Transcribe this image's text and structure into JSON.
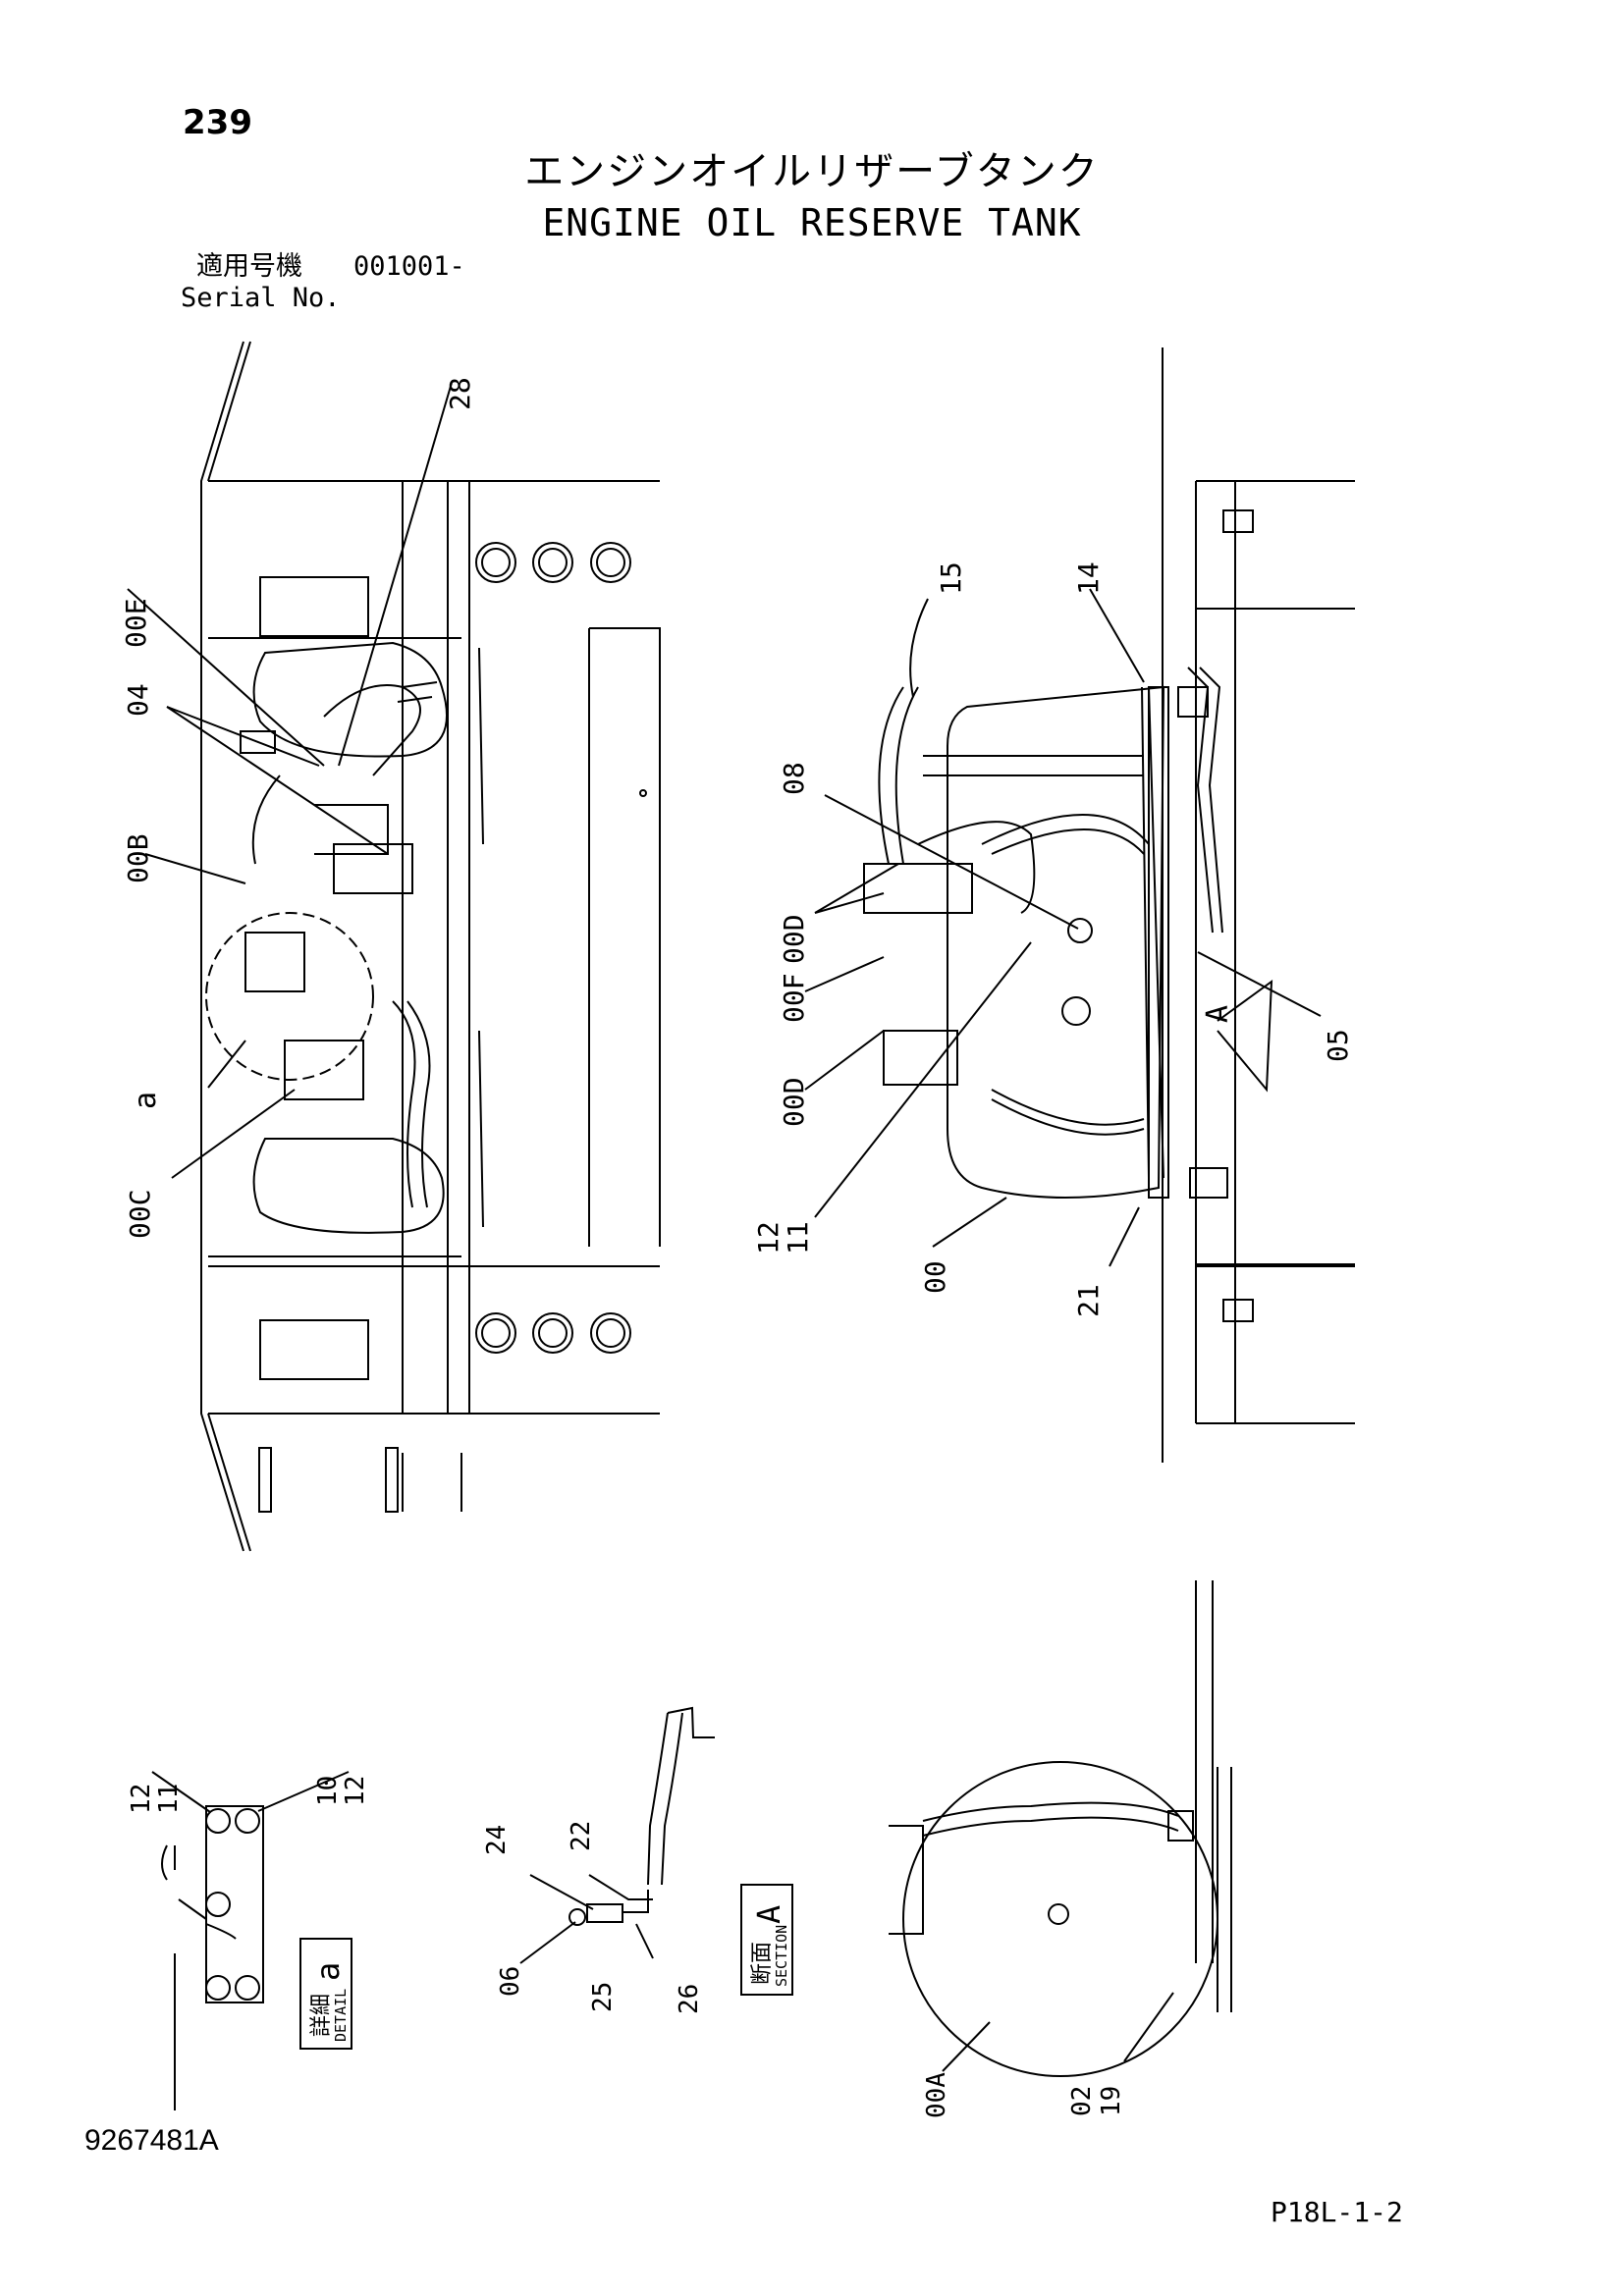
{
  "page_number": "239",
  "title_ja": "エンジンオイルリザーブタンク",
  "title_en": "ENGINE OIL RESERVE TANK",
  "serial": {
    "label_ja": "適用号機",
    "value": "001001-",
    "label_en": "Serial No."
  },
  "drawing_number": "9267481A",
  "page_code": "P18L-1-2",
  "callouts_left": [
    "28",
    "00E",
    "04",
    "00B",
    "a",
    "00C"
  ],
  "callouts_right": [
    "15",
    "14",
    "08",
    "00D",
    "00F",
    "00D",
    "05",
    "A",
    "12",
    "11",
    "00",
    "21"
  ],
  "detail_a": {
    "callouts": [
      "12",
      "11",
      "10",
      "12"
    ],
    "label_ja": "詳細",
    "label_en": "DETAIL",
    "letter": "a"
  },
  "section_a": {
    "callouts": [
      "24",
      "22",
      "06",
      "25",
      "26"
    ],
    "label_ja": "断面",
    "label_en": "SECTION",
    "letter": "A"
  },
  "tank_view": {
    "callouts": [
      "00A",
      "02",
      "19"
    ]
  }
}
